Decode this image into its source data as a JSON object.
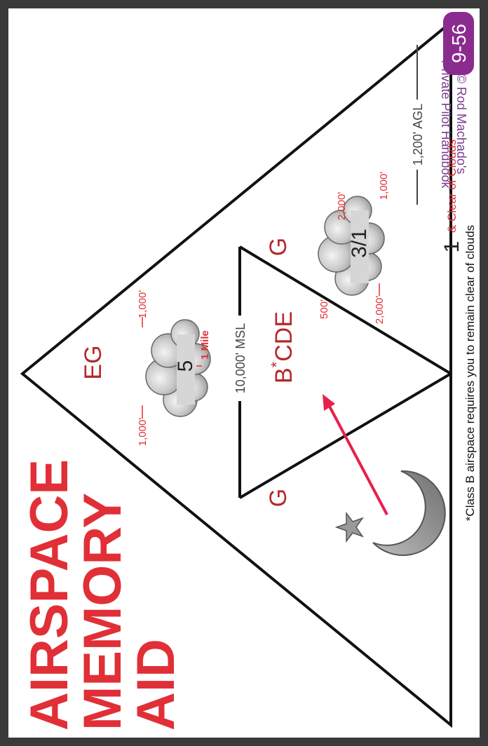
{
  "title": [
    "AIRSPACE",
    "MEMORY",
    "AID"
  ],
  "copyright": "© Rod Machado's",
  "book_title": "Private Pilot Handbook",
  "page_badge": "9-56",
  "zones": {
    "top": "EG",
    "left": "G",
    "center_prefix": "B",
    "center_asterisk": "*",
    "center_rest": "CDE",
    "right": "G"
  },
  "altitudes": {
    "msl": "10,000' MSL",
    "agl": "1,200' AGL"
  },
  "upper_cloud": {
    "visibility": "5",
    "above": "1,000'",
    "below": "1,000'",
    "horizontal": "1 Mile"
  },
  "lower_cloud": {
    "visibility": "3",
    "slash": "/",
    "visibility_day": "1",
    "above": "1,000'",
    "below": "500'",
    "horizontal_left": "2,000'",
    "horizontal_right": "2,000'"
  },
  "class_g_low": {
    "visibility": "1",
    "text": "& Clear of Clouds"
  },
  "footnote": "*Class B airspace requires you to remain clear of clouds",
  "colors": {
    "title_red": "#e12f37",
    "accent_red": "#e12f37",
    "zone_red": "#b5282c",
    "badge_purple": "#8b2b8f",
    "arrow_red": "#e8204a",
    "moon_gray": "#8e8e8e",
    "text_gray": "#444444",
    "copyright_purple": "#7a3b8f"
  },
  "icons": [
    "moon-icon",
    "star-icon",
    "cloud-icon",
    "arrow-icon"
  ]
}
